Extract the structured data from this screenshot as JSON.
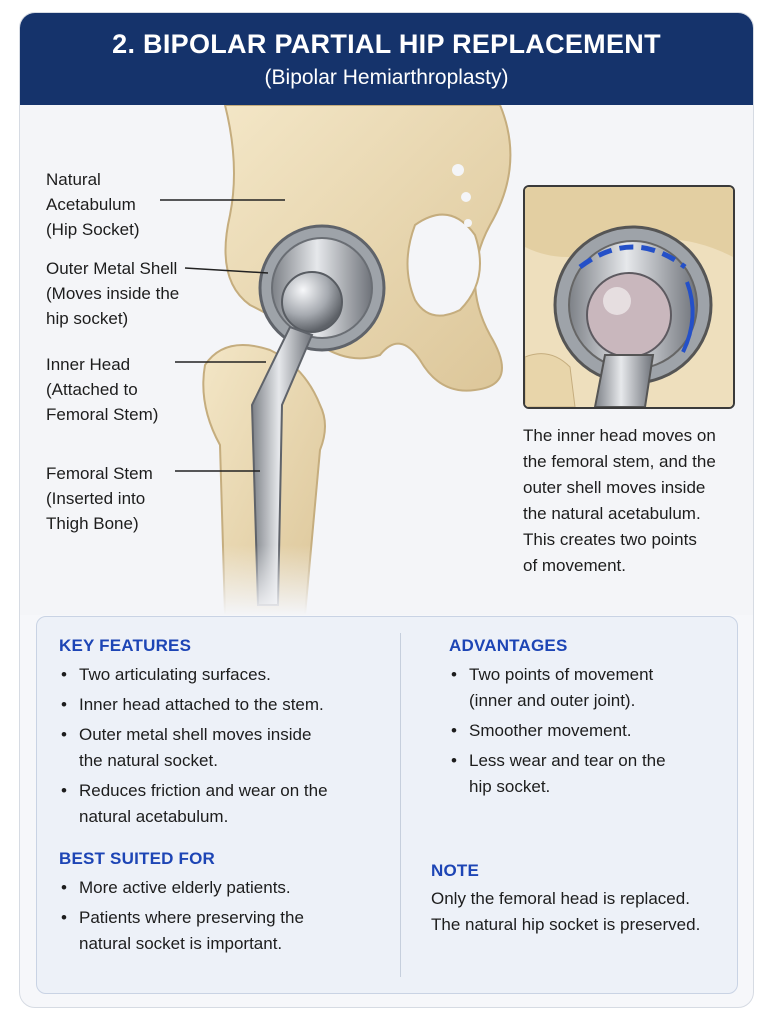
{
  "header": {
    "title": "2. BIPOLAR PARTIAL HIP REPLACEMENT",
    "subtitle": "(Bipolar Hemiarthroplasty)"
  },
  "labels": {
    "acetabulum": [
      "Natural",
      "Acetabulum",
      "(Hip Socket)"
    ],
    "outer_shell": [
      "Outer Metal Shell",
      "(Moves inside the",
      "hip socket)"
    ],
    "inner_head": [
      "Inner Head",
      "(Attached to",
      "Femoral Stem)"
    ],
    "femoral_stem": [
      "Femoral Stem",
      "(Inserted into",
      "Thigh Bone)"
    ]
  },
  "inset_description": [
    "The inner head moves on",
    "the femoral stem, and the",
    "outer shell moves inside",
    "the natural acetabulum.",
    "This creates two points",
    "of movement."
  ],
  "key_features": {
    "title": "KEY FEATURES",
    "items": [
      [
        "Two articulating surfaces."
      ],
      [
        "Inner head attached to the stem."
      ],
      [
        "Outer metal shell moves inside",
        "the natural socket."
      ],
      [
        "Reduces friction and wear on the",
        "natural acetabulum."
      ]
    ]
  },
  "best_suited": {
    "title": "BEST SUITED FOR",
    "items": [
      [
        "More active elderly patients."
      ],
      [
        "Patients where preserving the",
        "natural socket is important."
      ]
    ]
  },
  "advantages": {
    "title": "ADVANTAGES",
    "items": [
      [
        "Two points of movement",
        "(inner and outer joint)."
      ],
      [
        "Smoother movement."
      ],
      [
        "Less wear and tear on the",
        "hip socket."
      ]
    ]
  },
  "note": {
    "title": "NOTE",
    "lines": [
      "Only the femoral head is replaced.",
      "The natural hip socket is preserved."
    ]
  },
  "colors": {
    "header_bg": "#15336b",
    "section_title": "#1d45b5",
    "bone": "#ecdcb7",
    "metal": "#a9adb3"
  }
}
